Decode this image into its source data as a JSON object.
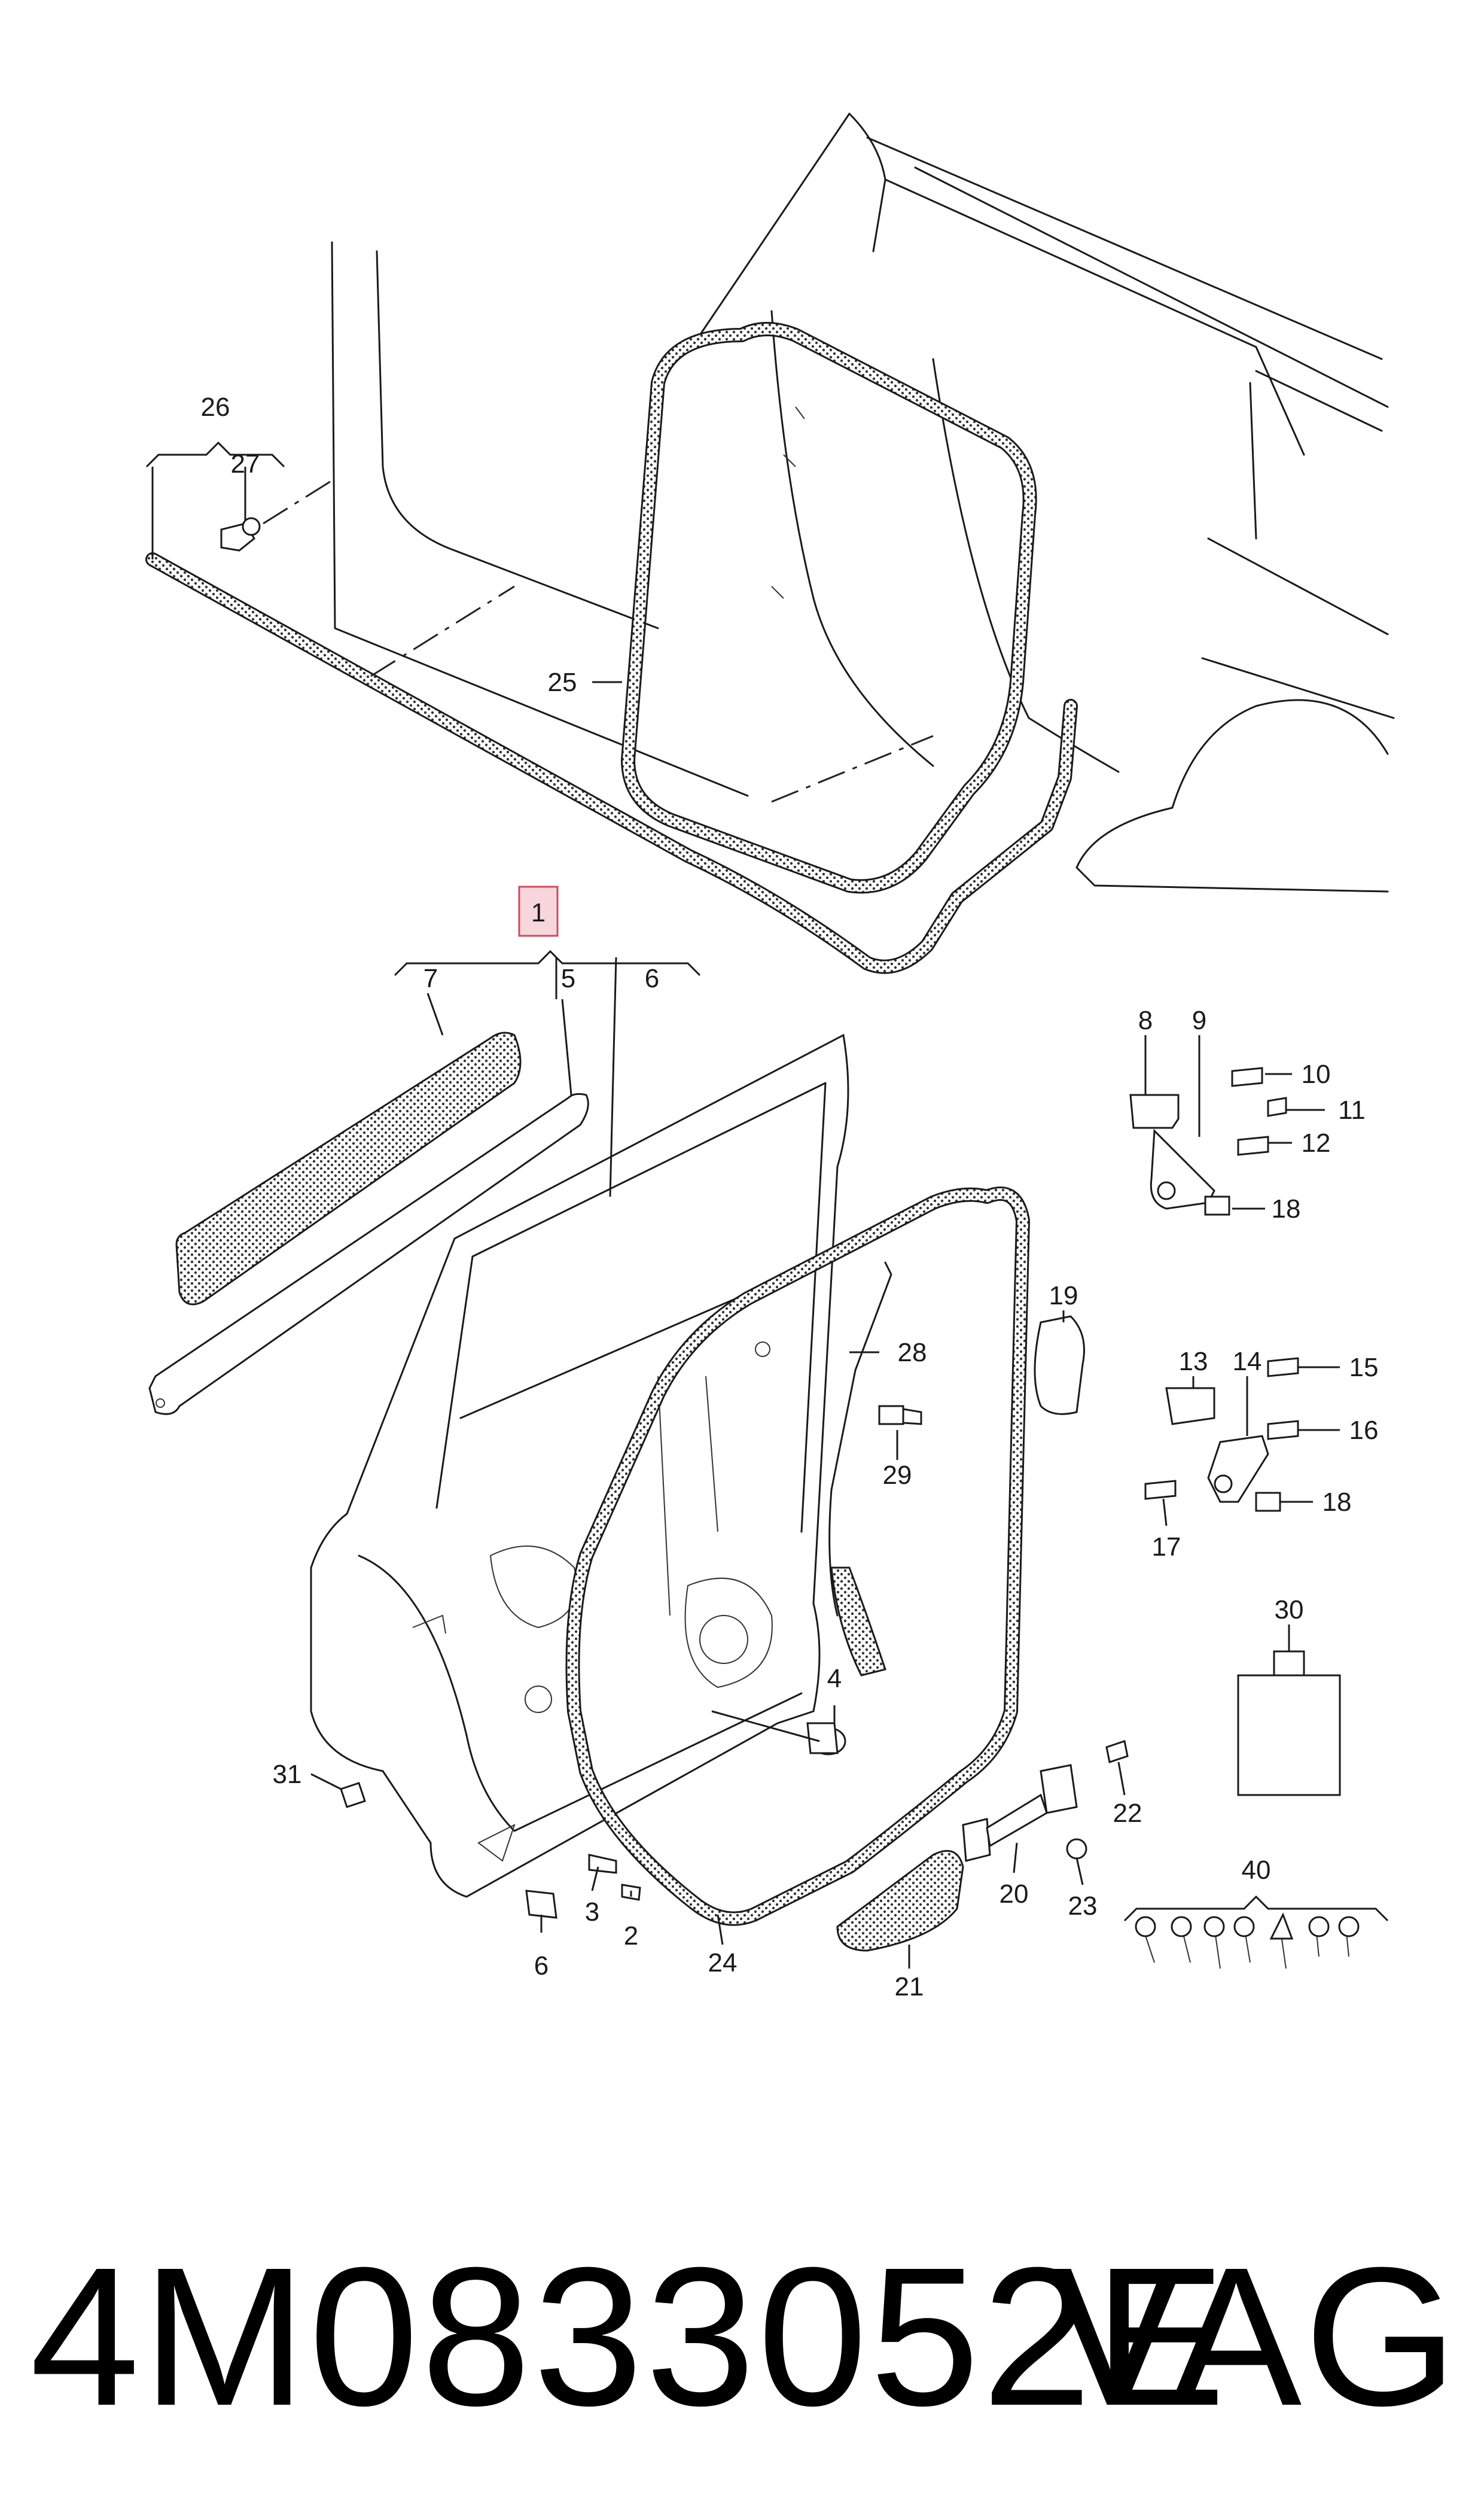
{
  "callouts": {
    "c1": "1",
    "c2": "2",
    "c3": "3",
    "c4": "4",
    "c5": "5",
    "c6": "6",
    "c6b": "6",
    "c7": "7",
    "c8": "8",
    "c9": "9",
    "c10": "10",
    "c11": "11",
    "c12": "12",
    "c13": "13",
    "c14": "14",
    "c15": "15",
    "c16": "16",
    "c17": "17",
    "c18": "18",
    "c18b": "18",
    "c19": "19",
    "c20": "20",
    "c21": "21",
    "c22": "22",
    "c23": "23",
    "c24": "24",
    "c25": "25",
    "c26": "26",
    "c27": "27",
    "c28": "28",
    "c29": "29",
    "c30": "30",
    "c31": "31",
    "c40": "40"
  },
  "footer": {
    "part_number": "4M0833052E",
    "brand": "VAG"
  },
  "colors": {
    "highlight_fill": "#f8d7dc",
    "highlight_stroke": "#d04a5c",
    "ink": "#1a1a1a"
  }
}
